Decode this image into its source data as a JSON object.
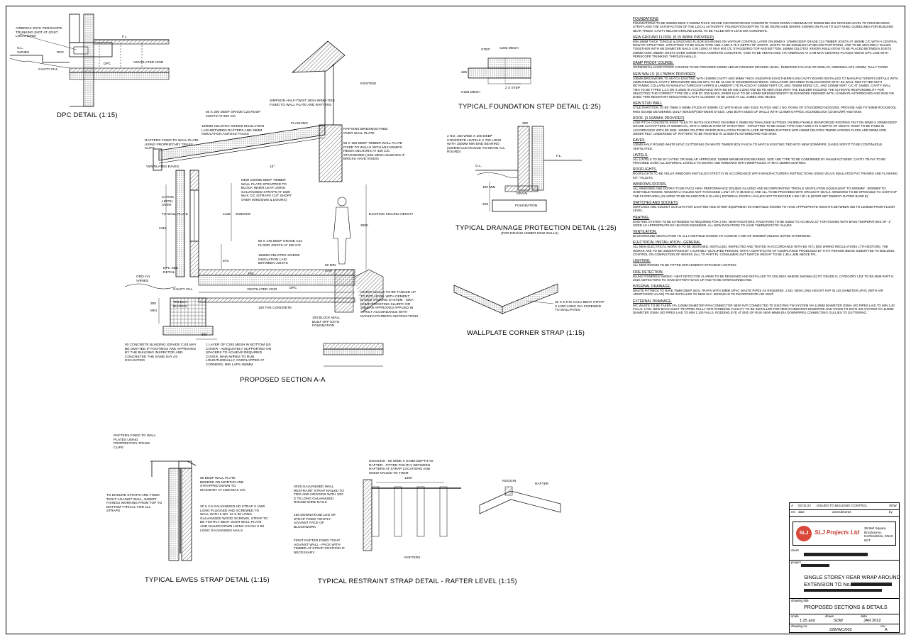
{
  "drawing_titles": {
    "dpc": "DPC DETAIL (1:15)",
    "section": "PROPOSED SECTION A-A",
    "found_step": "TYPICAL FOUNDATION STEP DETAIL (1:25)",
    "drainage": "TYPICAL DRAINAGE PROTECTION DETAIL (1:25)",
    "drainage_sub": "(FOR DRAINS UNDER NEW WALLS)",
    "wallplate": "WALLPLATE CORNER STRAP  (1:15)",
    "eaves_strap": "TYPICAL EAVES STRAP DETAIL (1:15)",
    "restraint": "TYPICAL RESTRAINT STRAP DETAIL - RAFTER LEVEL (1:15)"
  },
  "dpc_labels": {
    "airbrick": "AIRBRICK WITH PERISCOPE TRUNKING (NOT AT JOIST LOCATIONS)",
    "gl": "G.L. VARIES",
    "dpc": "DPC",
    "fl": "F.L.",
    "cavity_fill": "CAVITY FILL",
    "dpc2": "DPC",
    "vent_void": "VENTILATED VOID"
  },
  "section_labels": {
    "existing": "EXISTING",
    "simpson": "SIMPSON HALF-TWIST HIGH WIND-TIES FIXED TO WALL PLATE AND RAFTERS",
    "roof_joists": "50 x 200 DEEP GRADE C24 ROOF JOISTS AT 600 c/c",
    "celotex": "150mm CELOTEX XR4000 INSULATION LAID BETWEEN RAFTERS AND 25mm INSULATION ACROSS FACES",
    "flashing": "FLASHING",
    "birdsmouthed": "RAFTERS BIRDSMOUTHED OVER WALL PLATE",
    "timber_plate": "50 x 150 DEEP TIMBER WALL PLATE FIXED TO WALLS WITH M12 KEMFIX RESIN ANCHORS AT 400 c/c STAGGERED (USE MESH SLEEVES IF BRICKS HAVE VOIDS)",
    "rafters_fixed": "RAFTERS FIXED TO WALL PLATE USING PROPRIETARY TRUSS CLIPS",
    "vent_eaves": "VENTILATED EAVES",
    "pitch": "15°",
    "new_plate": "NEW 100x65 DEEP TIMBER WALL PLATE STRAPPED TO BLOCK INNER LEAF USING GALVANISED STRAPS AT 1500 MAX c/c (STRAPS CUT SHORT OVER WINDOWS & DOORS)",
    "catnic": "CATNIC LINTEL OVER",
    "to_wall_plate": "TO WALL PLATE",
    "window": "WINDOW",
    "existing_ceiling": "EXISTING CEILING HEIGHT",
    "dim_2415": "2415",
    "dim_1435": "1435",
    "dim_875": "875",
    "dim_3000": "3000",
    "floor_joists": "50 x 175 DEEP GRADE C24 FLOOR JOISTS AT 450 c/c",
    "floor_celotex": "165mm CELOTEX XR4000 INSULATION LAID BETWEEN JOISTS",
    "ffl": "FFL",
    "gap": "GAP",
    "dim_50": "50 MIN",
    "dpc_see": "DPC SEE DETAIL",
    "gnd_lvl": "GND LVL VARIES",
    "cavity_fill": "CAVITY FILL",
    "trench": "TRENCH BLOCKS",
    "vent_void": "VENTILATED VOID",
    "dpc": "DPC",
    "concrete": "100 THK CONCRETE",
    "block_wall": "100 BLOCK WALL BUILT OFF EXTG FOUNDATION",
    "outer_walls": "OUTER WALLS TO BE TANKED UP TO DPC LEVEL WITH CEMENT BASED TANKING SYSTEM - SIKA DAMP-PROOFING SLURRY OR SIMILAR APPROVED APPLIED IN STRICT ACCORDANCE WITH MANUFACTURER'S INSTRUCTIONS",
    "dim_600": "600",
    "dim_300": "300",
    "min": "MIN",
    "blinding": "50 CONCRETE BLINDING (GRADE C10) MAY BE OMITTED IF FOOTINGS ARE APPROVED BY THE BUILDING INSPECTOR AND CONCRETED THE SAME DAY AS EXCAVATED",
    "mesh": "1 LAYER OF C283 MESH IN BOTTOM (40 COVER - ADEQUATELY SUPPORTED ON SPACERS TO ACHIEVE REQUIRED COVER, MAIN WIRES TO RUN LONGITUDINALLY, OVERLAPPED AT CORNERS, MIN LAPS 450mm."
  },
  "step_labels": {
    "c283": "C283 MESH",
    "step": "STEP",
    "c283b": "C283 MESH",
    "two_step": "2 x STEP",
    "dim_225": "225"
  },
  "drain_labels": {
    "lintels": "2 No. 150 WIDE x 200 DEEP CONCRETE LINTELS x 700 LONG WITH 150mm MIN END BEARING (100mm CLEARANCE TO DRAIN ALL ROUND)",
    "dim_300": "300",
    "gl": "G.L.",
    "fl": "F.L.",
    "drain": "DRAIN",
    "foundation": "FOUNDATION",
    "dim_100": "100 MIN",
    "dim_225": "225"
  },
  "wallplate_labels": {
    "strap": "30 x 5 THK GALV BENT STRAP x 1200 LONG DIA SCREWED TO WALLPATES"
  },
  "eaves_labels": {
    "rafters_fixed": "RAFTERS FIXED TO WALL PLATES USING PROPRIETARY TRUSS CLIPS",
    "bedded": "65 DEEP WALL PLATE BEDDED ON MORTAR AND STRAPPED DOWN TO MASONRY AT 1500 MAX c/c",
    "ensure": "TO ENSURE STRAPS ARE FIXED TIGHT AGAINST WALL, INSERT FIXINGS WORKING FROM TOP TO BOTTOM TYPICAL FOR ALL STRAPS",
    "galv_strap": "30 x 2.5 GALVANISED HD STRAP x 1500 LONG PLUGGED AND SCREWED TO WALL WITH 6 No. 12 x 50 LONG GALVANISED WOOD SCREWS, STRAP TO BE TIGHTLY BENT OVER WALL PLATE AND NAILED DOWN USING 3.5 DIA x 50 LONG GALVANISED NAILS"
  },
  "restraint_labels": {
    "noggins": "NOGGINS - 50 WIDE x SAME DEPTH AS RAFTER - FITTED TIGHTLY BETWEEN RAFTERS AT STRAP LOCATIONS AND SKEW NAILED TO THEM",
    "dim_1400": "1400",
    "galv_strap": "30x5 GALVANISED WALL RESTRAINT STRAP NAILED TO TIES AND NOGGINS WITH 10G x 75 LONG GALVANISED ROUND WIRE NAILS",
    "downstand": "150 DOWNSTAND LEG OF STRAP FIXED TIGHTLY AGAINST FACE OF BLOCKWORK",
    "first_rafter": "FIRST RAFTER FIXED TIGHT AGAINST WALL - PACK WITH TIMBER AT STRAP POSITION IF NECESSARY",
    "rafters": "RAFTERS",
    "noggin": "NOGGIN",
    "rafter": "RAFTER"
  },
  "notes": [
    {
      "h": "FOUNDATIONS",
      "b": "FOUNDATIONS TO BE 600mm WIDE x 250mm THICK GRADE C30 REINFORCED CONCRETE TAKEN DOWN A MINIMUM OF 900mm BELOW GROUND LEVEL TO FIRM BEARING STRATA AND THE SATISFACTION OF THE LOCAL AUTHORITY. FOUNDATION DEPTHS TO BE INCREASED WHERE SHOWN ON PLAN TO SUIT NHBC GUIDELINES FOR BUILDING NEAR TREES. CAVITY BELOW GROUND LEVEL TO BE FILLED WITH LEAN MIX CONCRETE."
    },
    {
      "h": "NEW GROUND FLOOR. (0.15 W/m²K PROVIDED)",
      "b": "MIN 18mm THICK TONGUE & GROOVED FLOOR BOARDING ON VAPOUR CONTROL LAYER ON 50mm x 175mm DEEP GRADE C24 TIMBER JOISTS AT 450mm c/c WITH A CENTRAL ROW OF STRUTTING. STRUTTING TO BE SOLID TYPE AND A MIN 0.75 x DEPTH OF JOISTS. JOISTS TO BE DOUBLED UP BELOW PARTITIONS, AND TO BE SECURELY NAILED TOGETHER WITH 4m DIAMETER NAILS x 90 LONG AT MAX 600 c/c STAGGERED TOP AND BOTTOM. 165mm CELOTEX XR4000 INSULATION TO BE PLACED BETWEEN JOISTS. 200mm VOID UNDER JOISTS OVER 100mm THICK OVERSITE CONCRETE. VOID TO BE VENTILATED VIA AIRBRICKS AT 2.0m MAX CENTRES PLACED ABOVE DPC LINE WITH PERISCOPE TRUNKING THROUGH WALLS."
    },
    {
      "h": "DAMP PROOF COURSE.",
      "b": "HORIZONTAL DAMP PROOF COURSE TO BE PROVIDED 150mm ABOVE FINISHED GROUND LEVEL. RUBEROID HYLOAD OR SIMILAR, MINIMUM LAPS 100mm, FULLY TAPED."
    },
    {
      "h": "NEW WALLS. (0.17W/m²K PROVIDED)",
      "b": "100mm BRICKWORK TO MATCH EXISTING WITH 100mm CAVITY AND 90mm THICK KINGSPAN KOOLTHERM K106 CAVITY BOARD INSTALLED TO MANUFACTURER'S DETAILS WITH 10mm RESIDUAL CAVITY. BRICKWORK BELOW DPC TO BE CLASS 'B' ENGINEERING BRICK. INSULATION SECURED TO BLOCKWORK WITH SS WALL TIES FITTED WITH RETAINING COLLARS AS MANUFACTURED BY HARRIS & LAMBERT LTD PLACED AT 450mm VERT c/c AND 750mm HORIZ c/c, AND 225mm VERT c/c AT JAMBS. CAVITY WALL TIES TO BE TYPES 1,2,3 OR 4 USED IN ACCORDANCE WITH BS EN 845-1:2003 AND BS PD 6697:2010 WITH THE BUILDER HOLDING THE ULTIMATE RESPONSIBILITY FOR SELECTING THE CORRECT TYPE ON A JOB BY JOB BASIS. INNER LEAF TO BE 100mm MEDIUM DENSITY BLOCKWORK FINISHED WITH 12.5mm PLASTERBOARD AND SKIM ON DABS. FIRE RESISTANT INSULATING CAVITY CLOSERS TO BE USED AT ALL JAMBS AND HEADS."
    },
    {
      "h": "NEW STUD WALL",
      "b": "STUD PARTITION TO BE 75mm x 50mm STUDS AT 400mm c/c WITH HEAD AND SOLE PLATES AND 2 No. ROWS OF STAGGERED NOGGINS. PROVIDE AND FIT 50mm ROCKWOOL RWS SOUND DEADENING QUILT (60kg/m³) BETWEEN STUDS. LINE BOTH SIDES OF WALLS WITH 12.5mm GYPROC SOUNDBLOCK (10.5Kg/m²) AND SKIM."
    },
    {
      "h": "ROOF. (0.16W/m²K PROVIDED)",
      "b": "LOW PITCH CONCRETE ROOF TILES TO MATCH EXISTING ON 50mm x 25mm SW TANALISED BATTENS ON BREATHABLE REINFORCED ROOFING FELT ON 50mm x 200mm DEEP GRADE C24 RAFTERS AT 600mm c/c, WITH A SINGLE ROW OF STRUTTING - STRUTTING TO BE SOLID TYPE AND A MIN 0.75 x DEPTH OF JOISTS. ROOF TO BE FIXED IN ACCORDANCE WITH BS 5534. 150mm CELOTEX XR4000 INSULATION TO BE PLACED BETWEEN RAFTERS WITH 25mm CELOTEX TB4000 ACROSS FACES AND 50mm VOID UNDER FELT. UNDERSIDE OF RAFTERS TO BE FINISHED IN 12.5mm PLASTERBOARD AND SKIM."
    },
    {
      "h": "EAVES.",
      "b": "100mm HALF ROUND WHITE UPVC GUTTERING ON WHITE TIMBER BOX FASCIA TO MATCH EXISTING TIED INTO NEW DOWNPIPE. EAVES SOFFIT TO BE CONTINUOUS VENTILATED."
    },
    {
      "h": "LINTELS.",
      "b": "ALL LINTELS TO BE BY CATNIC OR SIMILAR APPROVED. 150mm MINIMUM END BEARING. SIZE AND TYPE TO BE CONFIRMED BY MANUFACTURER. CAVITY TRAYS TO BE PROVIDED OVER ALL EXTERNAL LINTELS TO DOORS AND WINDOWS WITH WEEPHOLES AT MAX 450mm CENTRES."
    },
    {
      "h": "ROOFLIGHTS.",
      "b": "ROOFLIGHTS TO BE VELUX WINDOWS INSTALLED STRICTLY IN ACCORDANCE WITH MANUFACTURERS INSTRUCTIONS USING VELUX INSULATED PVC FRAMES AND FLASHING KIT / FILLETS."
    },
    {
      "h": "WINDOWS /DOORS.",
      "b": "ALL WINDOWS AND DOORS TO BE PVCU HIGH PERFORMANCE DOUBLE GLAZING AND INCORPORATING TRICKLE VENTILATION EQUIVALENT TO 4000mm² - 8000mm² TO HABITABLE ROOMS. WINDOW U-VALUES NOT TO EXCEED 1.6W / m² / K (BAND C) AND ALL TO BE PROVIDED WITH DRAUGHT SEALS. WINDOWS TO BE OPENABLE TO 1/20TH OF THE FLOOR AREA (GLAZING TO BE PILKINGTON K GLASS.) EXTERNAL DOOR U-VALUES NOT TO EXCEED 1.8W / m² / K (DOOR SET ENERGY RATING BAND E)."
    },
    {
      "h": "SWITCHES AND SOCKETS",
      "b": "SWITCHES AND SOCKET OUTLETS FOR LIGHTING AND OTHER EQUIPMENT IN HABITABLE ROOMS TO HAVE APPROPRIATE HEIGHTS BETWEEN 450 TO 1200mm FROM FLOOR LEVEL."
    },
    {
      "h": "HEATING.",
      "b": "EXISTING SYSTEM TO BE EXTENDED AS REQUIRED FOR 2 No. NEW RADIATORS. RADIATORS TO BE SIZED TO ACHIEVE 22° FOR ROOMS WITH BASE TEMPERATURE OF -1° SIZED AS APPROPRIATE BY HEATING ENGINEER. ALL NEW RADIATORS TO HAVE THERMOSTATIC VALVES."
    },
    {
      "h": "VENTILATION.",
      "b": "BACKGROUND VENTILATION TO ALL HABITABLE ROOMS TO ACHIEVE A MIN OF 5000mm² UNLESS NOTED OTHERWISE."
    },
    {
      "h": "ELECTRICAL INSTALLATION - GENERAL.",
      "b": "ALL NEW ELECTRICAL WORK IS TO BE DESIGNED, INSTALLED, INSPECTED AND TESTED IN ACCORDANCE WITH BS 7671 (IEE WIRING REGULATIONS 17TH EDITION). THE WORKS ARE TO BE UNDERTAKEN BY A SUITABLY QUALIFIED PERSON, WITH A CERTIFICATE OF COMPLIANCE PRODUCED BY THAT PERSON BEING SUBMITTED TO BUILDING CONTROL ON COMPLETION OF WORKS (ALL TO PART P). CONSUMER UNIT SWITCH HEIGHT TO BE 1.35-1.45m ABOVE FFL."
    },
    {
      "h": "LIGHTING.",
      "b": "ALL NEW ROOMS TO BE FITTED WITH ENERGY EFFICIENT LIGHTING."
    },
    {
      "h": "FIRE DETECTION.",
      "b": "MAINS POWERED SMOKE / HEAT DETECTOR ALARMS TO BE DESIGNED AND INSTALLED TO CEILINGS WHERE SHOWN (S) TO 'GRADE D, CATEGORY LD3' TO BS 5839 PART 6: 2019. DETECTORS TO HAVE BATTERY BACK UP AND TO BE INTERCONNECTED."
    },
    {
      "h": "INTERNAL DRAINAGE.",
      "b": "WASTE FITTINGS TO HAVE 75mm DEEP SEAL TRAPS WITH 38mm UPVC WASTE PIPES AS REQUIRED. 1 No. NEW LONG HEIGHT SVP IN 110 DIAMETER UPVC (WITH AIR ADMITTANCE VALVE) TO BE INSTALLED TO NEW W.C. BOXING IN TO INCORPORATE AIR VENT."
    },
    {
      "h": "EXTERNAL DRAINAGE.",
      "b": "WC WASTE TO BE TAKEN VIA 110mm DIAMETER PAN CONNECTOR NEW SVP CONNECTED TO EXISTING FW SYSTEM VIA 110mm DIAMETER OSMA U/G PIPES LAID TO MIN 1:40 FALLS. 1 No. NEW BACK-INLET TRAPPED GULLY WITH RODDING FACILITY TO BE INSTALLED FOR NEW RAINWATER DOWNPIPE AND TAKEN TO EXTG SW SYSTEM VIA 110mm DIAMETER OSMA U/G PIPES LAID TO MIN 1:100 FALLS. RODDING EYE AT END OF RUN. NEW 68mm DIA DOWNPIPES CONNECTING GULLIES TO GUTTERING."
    }
  ],
  "title_block": {
    "rev": "A",
    "rev_date": "02.02.22",
    "rev_desc": "ISSUED TO BUILDING CONTROL",
    "rev_by": "SDW",
    "rev_col_rev": "rev",
    "rev_col_date": "date",
    "rev_col_amend": "amendments",
    "rev_col_by": "by",
    "company": "SLJ Projects Ltd",
    "company_logo": "SLJ",
    "company_address": "28 Bell Square, Broxbourne, Hertfordshire, EN10 6GT",
    "client_label": "client",
    "project_label": "project",
    "project_1": "SINGLE STOREY REAR WRAP AROUND",
    "project_2": "EXTENSION TO No.",
    "drawing_title_label": "drawing title",
    "drawing_title": "PROPOSED SECTIONS & DETAILS",
    "scale_label": "scale",
    "drawn_label": "drawn",
    "date_label": "date",
    "scale": "1:25 and",
    "drawn": "SDW",
    "date": "JAN 2022",
    "dwg_no_label": "drawing no.",
    "rev_label": "rev.",
    "drawing_no": "22B/WC/002",
    "revision": "A"
  }
}
